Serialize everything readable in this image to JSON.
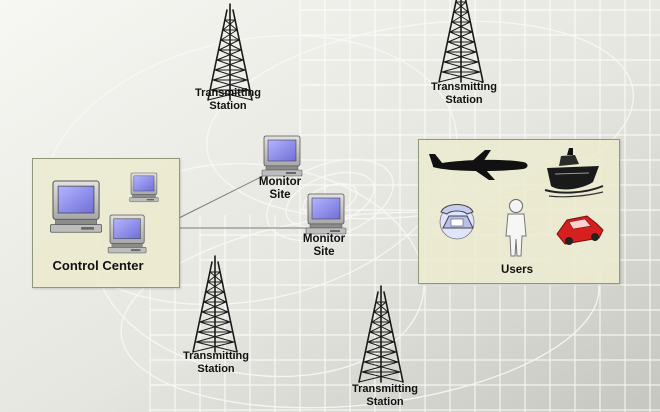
{
  "nodes": {
    "tower_top_left": {
      "line1": "Transmitting",
      "line2": "Station"
    },
    "tower_top_right": {
      "line1": "Transmitting",
      "line2": "Station"
    },
    "tower_bottom_left": {
      "line1": "Transmitting",
      "line2": "Station"
    },
    "tower_bottom_right": {
      "line1": "Transmitting",
      "line2": "Station"
    },
    "monitor_1": {
      "line1": "Monitor",
      "line2": "Site"
    },
    "monitor_2": {
      "line1": "Monitor",
      "line2": "Site"
    },
    "control_center": {
      "label": "Control Center"
    },
    "users": {
      "label": "Users"
    }
  },
  "icons": {
    "tower": "transmission-tower-icon",
    "computer": "computer-monitor-icon",
    "airplane": "airplane-icon",
    "ship": "ship-icon",
    "telephone": "telephone-icon",
    "person": "person-icon",
    "car": "car-icon"
  },
  "colors": {
    "background_light": "#f4f4ef",
    "background_dark": "#c9c9c3",
    "box_fill": "#ecead0",
    "screen": "#8f8fe8",
    "tower": "#1b1b1b",
    "car": "#d61f1f"
  }
}
